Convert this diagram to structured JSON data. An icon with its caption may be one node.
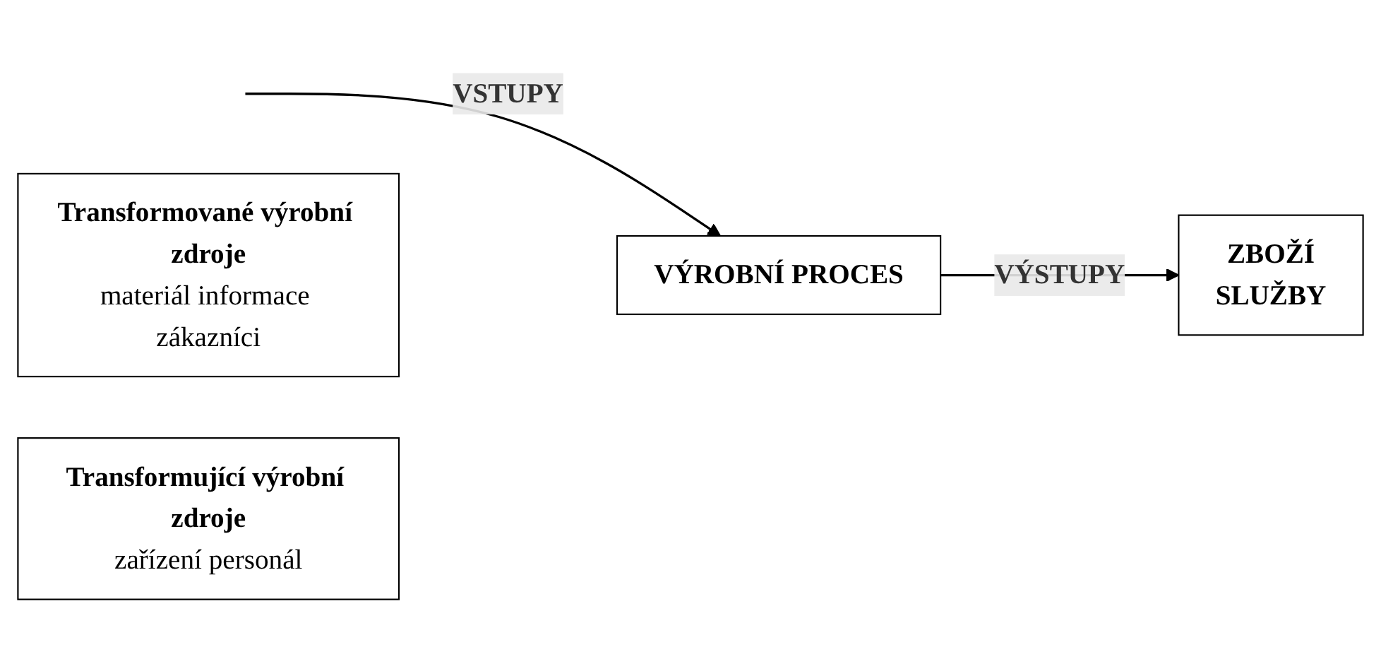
{
  "diagram": {
    "nodes": [
      {
        "text": [
          "Transformované výrobní zdroje",
          "materiál informace zákazníci"
        ]
      },
      {
        "text": [
          "VÝROBNÍ PROCES"
        ]
      },
      {
        "text": [
          "ZBOŽÍ",
          "SLUŽBY"
        ]
      },
      {
        "text": [
          "Transformující výrobní zdroje",
          "zařízení personál"
        ]
      }
    ],
    "edges": [
      {
        "from": null,
        "to": 1,
        "arrow": "to",
        "label": "VSTUPY"
      },
      {
        "from": 1,
        "to": 2,
        "arrow": "to",
        "label": "VÝSTUPY"
      }
    ]
  }
}
